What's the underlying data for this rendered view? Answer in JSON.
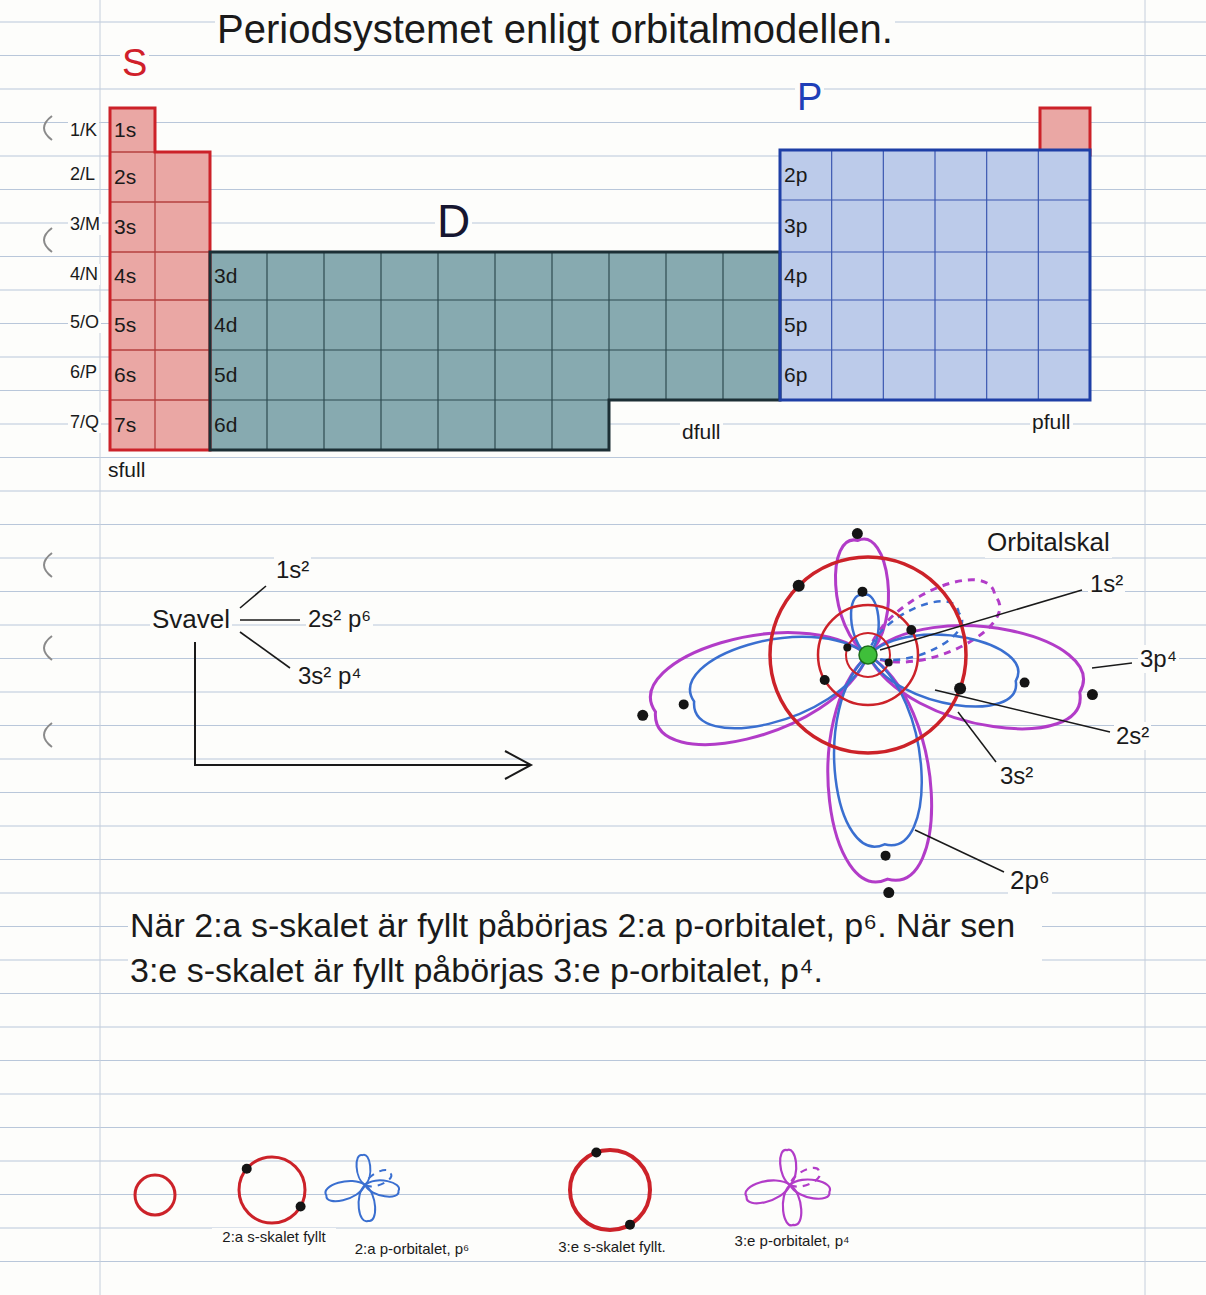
{
  "diagram": {
    "title": "Periodsystemet enligt orbitalmodellen.",
    "nodes": [
      {
        "text": [
          "S"
        ]
      },
      {
        "text": [
          "1s"
        ],
        "in": 0
      },
      {
        "text": [
          "2s"
        ],
        "in": 0
      },
      {
        "text": [
          "3s"
        ],
        "in": 0
      },
      {
        "text": [
          "4s"
        ],
        "in": 0
      },
      {
        "text": [
          "5s"
        ],
        "in": 0
      },
      {
        "text": [
          "6s"
        ],
        "in": 0
      },
      {
        "text": [
          "7s"
        ],
        "in": 0
      },
      {
        "text": [
          "D"
        ]
      },
      {
        "text": [
          "3d"
        ],
        "in": 8
      },
      {
        "text": [
          "4d"
        ],
        "in": 8
      },
      {
        "text": [
          "5d"
        ],
        "in": 8
      },
      {
        "text": [
          "6d"
        ],
        "in": 8
      },
      {
        "text": [
          "P"
        ]
      },
      {
        "text": [
          "2p"
        ],
        "in": 13
      },
      {
        "text": [
          "3p"
        ],
        "in": 13
      },
      {
        "text": [
          "4p"
        ],
        "in": 13
      },
      {
        "text": [
          "5p"
        ],
        "in": 13
      },
      {
        "text": [
          "6p"
        ],
        "in": 13
      }
    ],
    "labels": [
      "1/K",
      "2/L",
      "3/M",
      "4/N",
      "5/O",
      "6/P",
      "7/Q",
      "sfull",
      "dfull",
      "pfull",
      "Svavel",
      "1s²",
      "2s² p⁶",
      "3s² p⁴",
      "Orbitalskal",
      "1s²",
      "3p⁴",
      "2s²",
      "3s²",
      "2p⁶",
      "När 2:a s-skalet är fyllt påbörjas 2:a p-orbitalet, p⁶. När sen 3:e s-skalet är fyllt påbörjas 3:e p-orbitalet, p⁴.",
      "2:a s-skalet fyllt",
      "2:a p-orbitalet, p⁶",
      "3:e s-skalet fyllt.",
      "3:e p-orbitalet, p⁴"
    ]
  }
}
